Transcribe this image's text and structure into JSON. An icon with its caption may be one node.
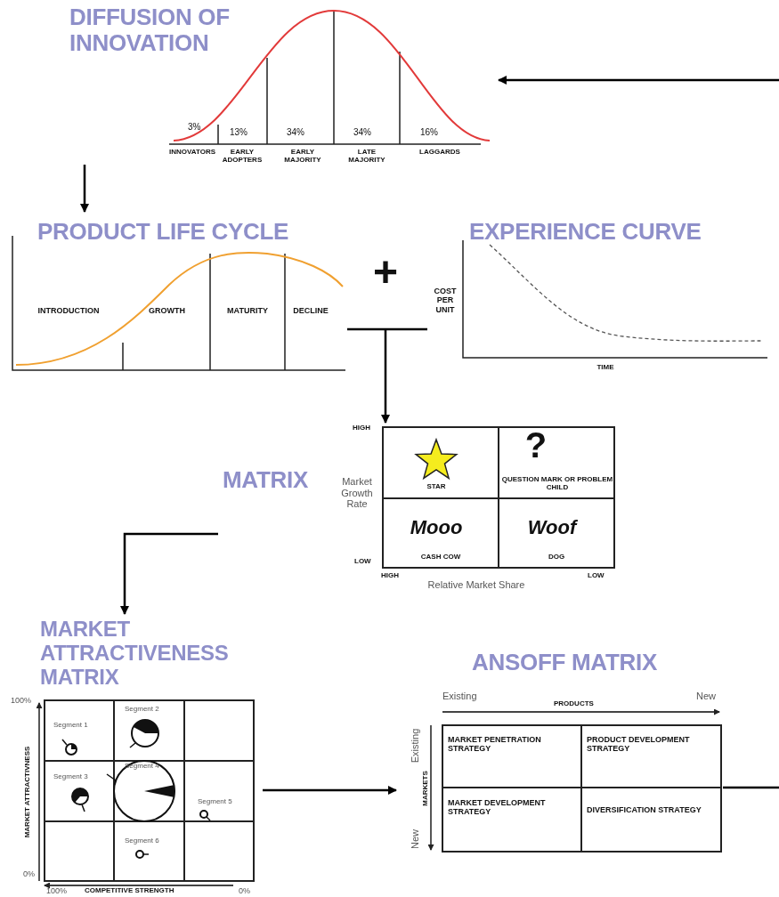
{
  "diagram": {
    "nodes": [
      {
        "text": [
          "DIFFUSION OF INNOVATION"
        ]
      },
      {
        "text": [
          "PRODUCT LIFE CYCLE"
        ]
      },
      {
        "text": [
          "EXPERIENCE CURVE"
        ]
      },
      {
        "text": [
          "MATRIX"
        ]
      },
      {
        "text": [
          "MARKET ATTRACTIVENESS MATRIX"
        ]
      },
      {
        "text": [
          "ANSOFF MATRIX"
        ]
      }
    ],
    "edges": [
      {
        "from": 0,
        "to": 1,
        "arrow": "to"
      },
      {
        "from": 1,
        "to": 3,
        "arrow": "to"
      },
      {
        "from": 2,
        "to": 3,
        "arrow": "to"
      },
      {
        "from": 3,
        "to": 4,
        "arrow": "to"
      },
      {
        "from": 4,
        "to": 5,
        "arrow": "to"
      },
      {
        "from": 5,
        "to": null,
        "arrow": "none"
      },
      {
        "from": null,
        "to": 0,
        "arrow": "to"
      }
    ],
    "labels": [
      "3%",
      "13%",
      "34%",
      "34%",
      "16%",
      "INNOVATORS",
      "EARLY ADOPTERS",
      "EARLY MAJORITY",
      "LATE MAJORITY",
      "LAGGARDS",
      "INTRODUCTION",
      "GROWTH",
      "MATURITY",
      "DECLINE",
      "+",
      "COST PER UNIT",
      "TIME",
      "HIGH",
      "?",
      "STAR",
      "Market Growth Rate",
      "QUESTION MARK OR PROBLEM CHILD",
      "Mooo",
      "Woof",
      "LOW",
      "CASH COW",
      "DOG",
      "HIGH",
      "LOW",
      "Relative Market Share",
      "100%",
      "Segment 1",
      "Segment 2",
      "Segment 4",
      "Segment 3",
      "MARKET ATTRACTIVNESS",
      "Segment 5",
      "Segment 6",
      "0%",
      "100%",
      "COMPETITIVE STRENGTH",
      "0%",
      "Existing",
      "PRODUCTS",
      "New",
      "Existing",
      "MARKETS",
      "New",
      "MARKET PENETRATION STRATEGY",
      "PRODUCT DEVELOPMENT STRATEGY",
      "MARKET DEVELOPMENT STRATEGY",
      "DIVERSIFICATION STRATEGY"
    ]
  }
}
